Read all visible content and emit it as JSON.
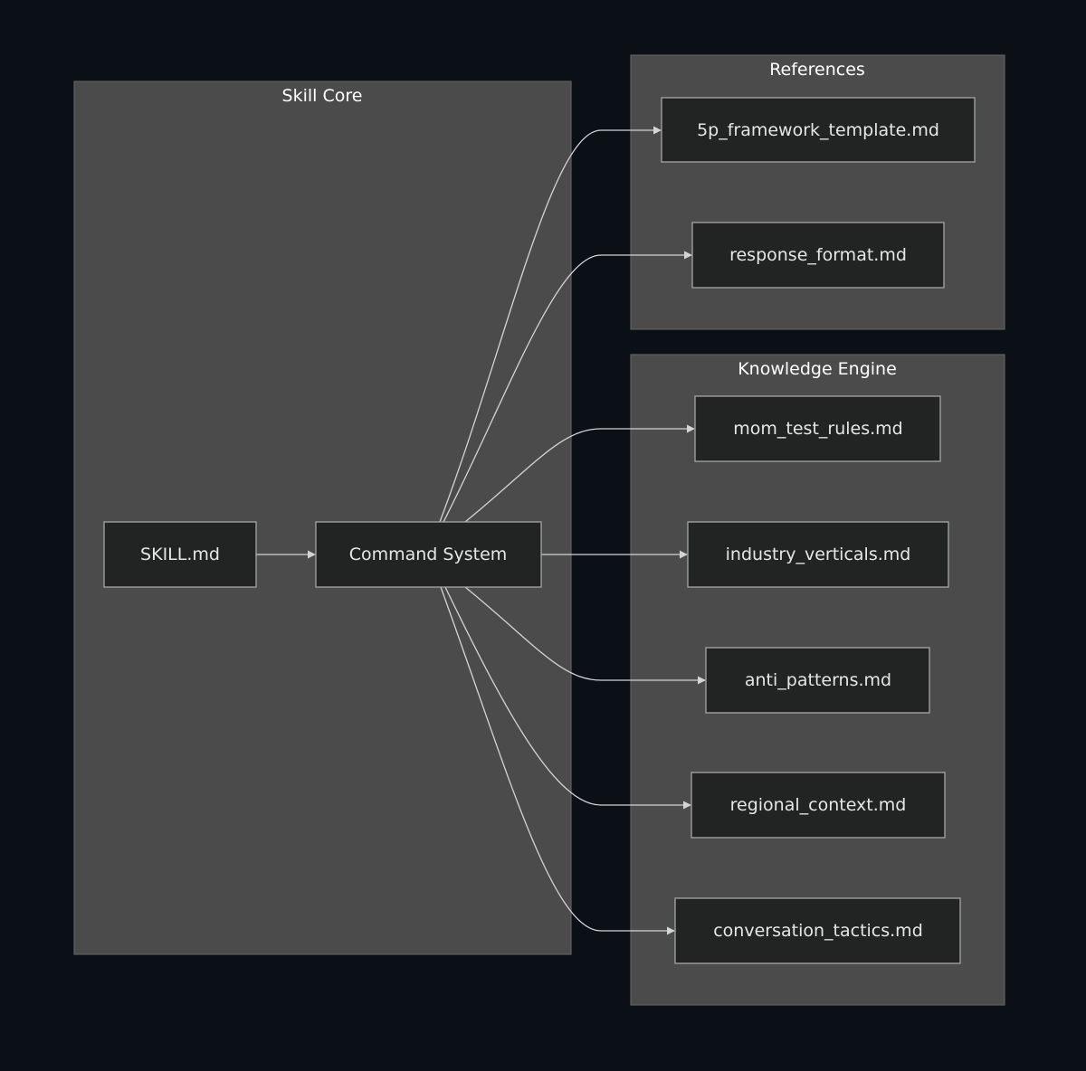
{
  "clusters": {
    "skill_core": "Skill Core",
    "references": "References",
    "knowledge_engine": "Knowledge Engine"
  },
  "nodes": {
    "skill_md": "SKILL.md",
    "command_system": "Command System",
    "framework_template": "5p_framework_template.md",
    "response_format": "response_format.md",
    "mom_test_rules": "mom_test_rules.md",
    "industry_verticals": "industry_verticals.md",
    "anti_patterns": "anti_patterns.md",
    "regional_context": "regional_context.md",
    "conversation_tactics": "conversation_tactics.md"
  },
  "edges": [
    {
      "from": "skill_md",
      "to": "command_system"
    },
    {
      "from": "command_system",
      "to": "framework_template"
    },
    {
      "from": "command_system",
      "to": "response_format"
    },
    {
      "from": "command_system",
      "to": "mom_test_rules"
    },
    {
      "from": "command_system",
      "to": "industry_verticals"
    },
    {
      "from": "command_system",
      "to": "anti_patterns"
    },
    {
      "from": "command_system",
      "to": "regional_context"
    },
    {
      "from": "command_system",
      "to": "conversation_tactics"
    }
  ]
}
